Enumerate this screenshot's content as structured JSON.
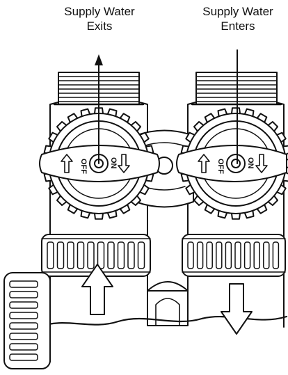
{
  "labels": {
    "exits": {
      "line1": "Supply Water",
      "line2": "Exits"
    },
    "enters": {
      "line1": "Supply Water",
      "line2": "Enters"
    }
  },
  "valves": {
    "left": {
      "top_text": "OFF",
      "bottom_text": "ON"
    },
    "right": {
      "top_text": "OFF",
      "bottom_text": "ON"
    }
  },
  "colors": {
    "ink": "#111111",
    "paper": "#ffffff"
  }
}
